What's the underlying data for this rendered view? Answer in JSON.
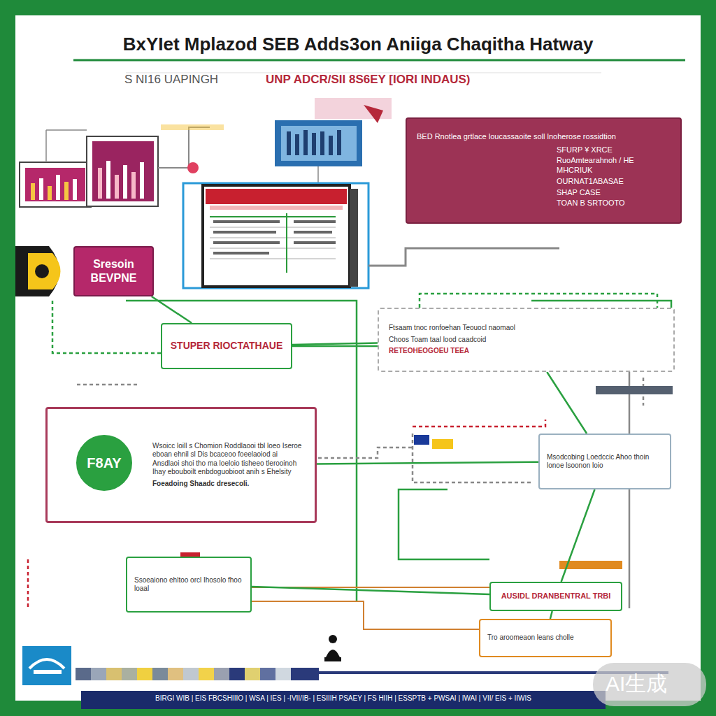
{
  "diagram": {
    "title": "BxYIet Mplazod SEB Adds3on Aniiga Chaqitha Hatway",
    "caption": "BIRGI WIB | EIS FBCSHIIIO | WSA | IES | -IVII/IB- | ESIIIH PSAEY | FS HIIH | ESSPTB + PWSAI | IWAI | VII/ EIS + IIWIS",
    "nodes": [
      {
        "text": [
          "BED Rnotlea grtlace loucassaoite soll lnoherose rossidtion",
          "SFURP ¥ XRCE",
          "RuoAmtearahnoh / HE MHCRIUK",
          "OURNAT1ABASAE",
          "SHAP CASE",
          "TOAN B SRTOOTO"
        ]
      },
      {
        "text": [
          "Sresoin BEVPNE"
        ]
      },
      {
        "text": [
          "STUPER RIOCTATHAUE"
        ]
      },
      {
        "text": [
          "Ftsaam tnoc ronfoehan Teouocl naomaol",
          "Choos Toam taal lood caadcoid",
          "RETEOHEOGOEU TEEA"
        ]
      },
      {
        "text": [
          "Wsoicc loill s Chomion Roddlaooi tbl loeo Iseroe eboan ehnil sl Dis bcaceoo foeelaoiod ai Ansdlaoi shoi tho ma loeloio tisheeo tlerooinoh Ihay ebouboilt enbdoguobioot anih s Ehelsity",
          "Foeadoing Shaadc dresecoli."
        ]
      },
      {
        "text": [
          "F8AY"
        ],
        "in": 4
      },
      {
        "text": [
          "Msodcobing Loedccic Ahoo thoin lonoe lsoonon loio"
        ]
      },
      {
        "text": [
          "Ssoeaiono ehltoo orcl Ihosolo fhoo loaal"
        ]
      },
      {
        "text": [
          "AUSIDL DRANBENTRAL TRBI"
        ]
      },
      {
        "text": [
          "Tro aroomeaon leans cholle"
        ]
      }
    ],
    "edges": [
      {
        "from": 1,
        "to": 2,
        "arrow": "none"
      },
      {
        "from": 2,
        "to": 3,
        "arrow": "none"
      },
      {
        "from": 3,
        "to": 6,
        "arrow": "none"
      },
      {
        "from": 4,
        "to": 6,
        "arrow": "none"
      },
      {
        "from": 6,
        "to": 8,
        "arrow": "none"
      },
      {
        "from": 7,
        "to": 8,
        "arrow": "none"
      },
      {
        "from": 8,
        "to": 9,
        "arrow": "none"
      }
    ],
    "labels": [
      "S NI16 UAPINGH",
      "UNP ADCR/SII 8S6EY [IORI INDAUS)",
      "AI生成"
    ]
  }
}
